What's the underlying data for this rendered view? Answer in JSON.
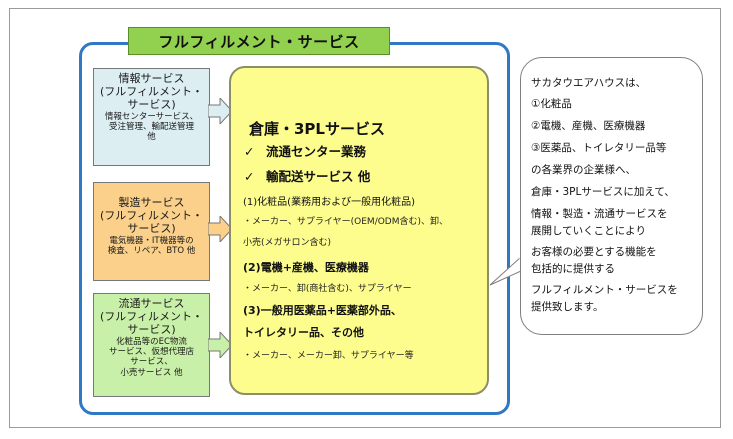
{
  "title": "フルフィルメント・サービス",
  "services": [
    {
      "title_lines": [
        "情報サービス",
        "(フルフィルメント・",
        "サービス)"
      ],
      "desc_lines": [
        "情報センターサービス、",
        "受注管理、輸配送管理",
        "他"
      ],
      "color": "#dceef2"
    },
    {
      "title_lines": [
        "製造サービス",
        "(フルフィルメント・",
        "サービス)"
      ],
      "desc_lines": [
        "電気機器・IT機器等の",
        "検査、リペア、BTO 他"
      ],
      "color": "#fbd08a"
    },
    {
      "title_lines": [
        "流通サービス",
        "(フルフィルメント・",
        "サービス)"
      ],
      "desc_lines": [
        "化粧品等のEC物流",
        "サービス、仮想代理店",
        "サービス、",
        "小売サービス 他"
      ],
      "color": "#c9f0a8"
    }
  ],
  "center": {
    "heading": "倉庫・3PLサービス",
    "checks": [
      "流通センター業務",
      "輸配送サービス 他"
    ],
    "check_symbol": "✓",
    "lines": [
      "(1)化粧品(業務用および一般用化粧品)",
      "・メーカー、サプライヤー(OEM/ODM含む)、卸、",
      "小売(メガサロン含む)",
      "(2)電機+産機、医療機器",
      "・メーカー、卸(商社含む)、サプライヤー",
      "(3)一般用医薬品+医薬部外品、",
      "トイレタリー品、その他",
      "・メーカー、メーカー卸、サプライヤー等"
    ]
  },
  "callout": {
    "lines": [
      "サカタウエアハウスは、",
      "①化粧品",
      "②電機、産機、医療機器",
      "③医薬品、トイレタリー品等",
      "の各業界の企業様へ、",
      "倉庫・3PLサービスに加えて、",
      "情報・製造・流通サービスを",
      "展開していくことにより",
      "お客様の必要とする機能を",
      "包括的に提供する",
      "フルフィルメント・サービスを",
      "提供致します。"
    ]
  },
  "colors": {
    "frame_border": "#2f78c4",
    "title_bg": "#92d050",
    "center_bg": "#fdfd8e"
  }
}
